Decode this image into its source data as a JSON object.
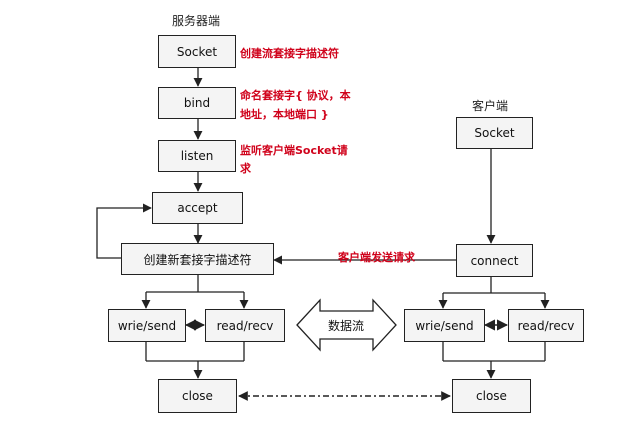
{
  "server": {
    "header": "服务器端",
    "socket": "Socket",
    "bind": "bind",
    "listen": "listen",
    "accept": "accept",
    "create_socket": "创建新套接字描述符",
    "write_send": "wrie/send",
    "read_recv": "read/recv",
    "close": "close"
  },
  "client": {
    "header": "客户端",
    "socket": "Socket",
    "connect": "connect",
    "write_send": "wrie/send",
    "read_recv": "read/recv",
    "close": "close"
  },
  "annotations": {
    "socket_note": "创建流套接字描述符",
    "bind_note_line1": "命名套接字{ 协议，本",
    "bind_note_line2": "地址，本地端口 }",
    "listen_note_line1": "监听客户端Socket请",
    "listen_note_line2": "求",
    "request_note": "客户端发送请求"
  },
  "data_flow_label": "数据流",
  "colors": {
    "annotation": "#d0021b",
    "box_fill": "#f4f4f4",
    "line": "#222222"
  }
}
